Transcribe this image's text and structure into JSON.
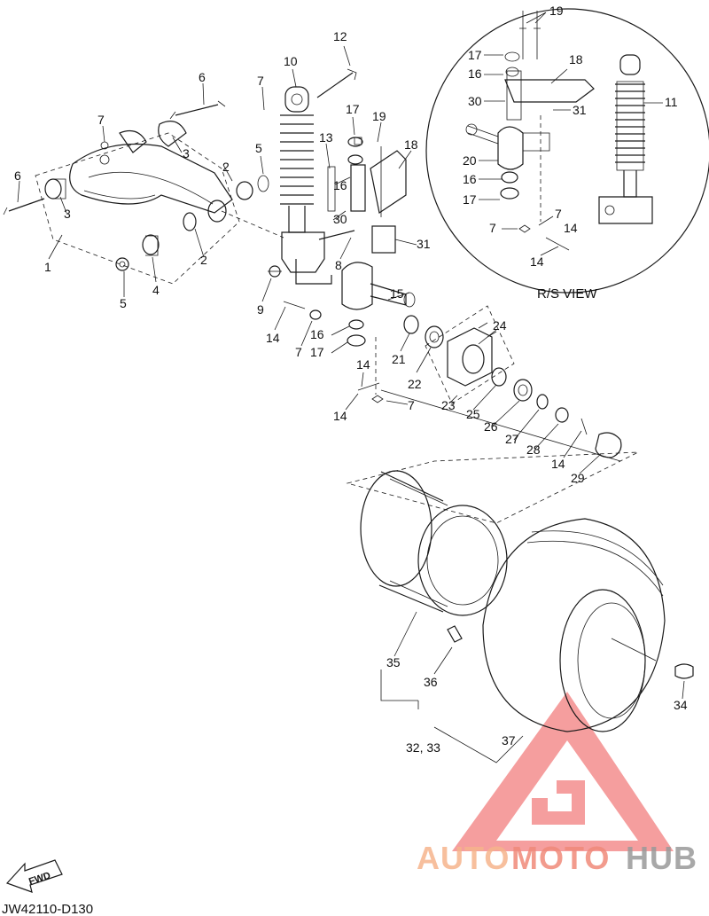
{
  "diagram": {
    "callouts": {
      "c1": "1",
      "c2a": "2",
      "c2b": "2",
      "c3a": "3",
      "c3b": "3",
      "c4": "4",
      "c5a": "5",
      "c5b": "5",
      "c6a": "6",
      "c6b": "6",
      "c7a": "7",
      "c7b": "7",
      "c7c": "7",
      "c7d": "7",
      "c8": "8",
      "c9": "9",
      "c10": "10",
      "c12": "12",
      "c13": "13",
      "c14a": "14",
      "c14b": "14",
      "c14c": "14",
      "c14d": "14",
      "c15": "15",
      "c16a": "16",
      "c16b": "16",
      "c17a": "17",
      "c17b": "17",
      "c18": "18",
      "c19": "19",
      "c21": "21",
      "c22": "22",
      "c23": "23",
      "c24": "24",
      "c25": "25",
      "c26": "26",
      "c27": "27",
      "c28": "28",
      "c29": "29",
      "c30": "30",
      "c31": "31",
      "c32": "32, 33",
      "c34": "34",
      "c35": "35",
      "c36": "36",
      "c37": "37",
      "v19": "19",
      "v17a": "17",
      "v18": "18",
      "v16a": "16",
      "v30": "30",
      "v31": "31",
      "v11": "11",
      "v20": "20",
      "v16b": "16",
      "v17b": "17",
      "v7a": "7",
      "v7b": "7",
      "v14a": "14",
      "v14b": "14"
    },
    "rs_view_label": "R/S VIEW",
    "fwd_label": "FWD",
    "drawing_code": "JW42110-D130"
  },
  "watermark": {
    "auto": "AUTO",
    "moto": "MOTO",
    "hub": "HUB",
    "colors": {
      "triangle": "#f07070",
      "auto": "#f6b48c",
      "moto": "#f08a7a",
      "hub": "#9a9a9a"
    }
  }
}
